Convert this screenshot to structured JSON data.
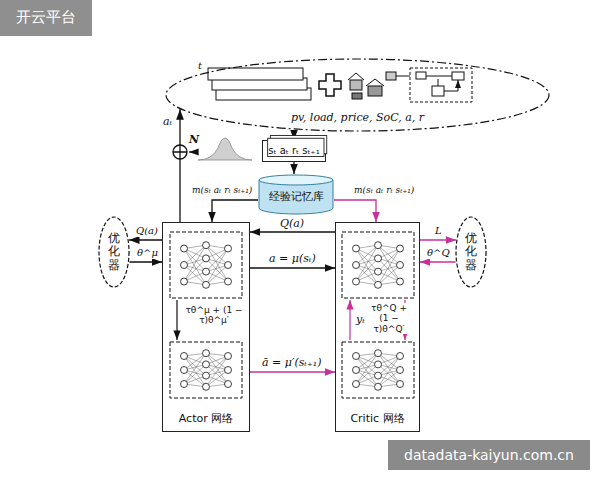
{
  "diagram": {
    "nodes": [
      {
        "text": [
          "pv, load, price, SoC, a, r"
        ]
      },
      {
        "text": [
          "sₜ aₜ rₜ sₜ₊₁"
        ]
      },
      {
        "text": [
          "经验记忆库"
        ]
      },
      {
        "text": [
          "优化器"
        ]
      },
      {
        "text": [
          "Actor 网络"
        ]
      },
      {
        "text": [
          "Critic 网络"
        ]
      },
      {
        "text": [
          "优化器"
        ]
      }
    ],
    "edges": [
      {
        "from": 4,
        "to": 0,
        "label": "aₜ",
        "arrow": "to"
      },
      {
        "from": 0,
        "to": 1,
        "arrow": "to"
      },
      {
        "from": 1,
        "to": 2,
        "arrow": "to"
      },
      {
        "from": 2,
        "to": 4,
        "label": "m(sₜ aₜ rₜ sₜ₊₁)",
        "arrow": "to"
      },
      {
        "from": 2,
        "to": 5,
        "label": "m(sₜ aₜ rₜ sₜ₊₁)",
        "arrow": "to"
      },
      {
        "from": 5,
        "to": 4,
        "label": "Q(a)",
        "arrow": "to"
      },
      {
        "from": 4,
        "to": 5,
        "label": "a = μ(sₜ)",
        "arrow": "to"
      },
      {
        "from": 4,
        "to": 5,
        "label": "ā = μ′(sₜ₊₁)",
        "arrow": "to"
      },
      {
        "from": 4,
        "to": 3,
        "label": "Q(a)",
        "arrow": "to"
      },
      {
        "from": 3,
        "to": 4,
        "label": "θ^μ",
        "arrow": "to"
      },
      {
        "from": 5,
        "to": 6,
        "label": "L",
        "arrow": "to"
      },
      {
        "from": 6,
        "to": 5,
        "label": "θ^Q",
        "arrow": "to"
      }
    ],
    "labels": [
      "开云平台",
      "t",
      "N",
      "τθ^μ + (1 − τ)θ^μ′",
      "yₜ",
      "τθ^Q + (1 − τ)θ^Q′",
      "datadata-kaiyun.com.cn"
    ]
  }
}
